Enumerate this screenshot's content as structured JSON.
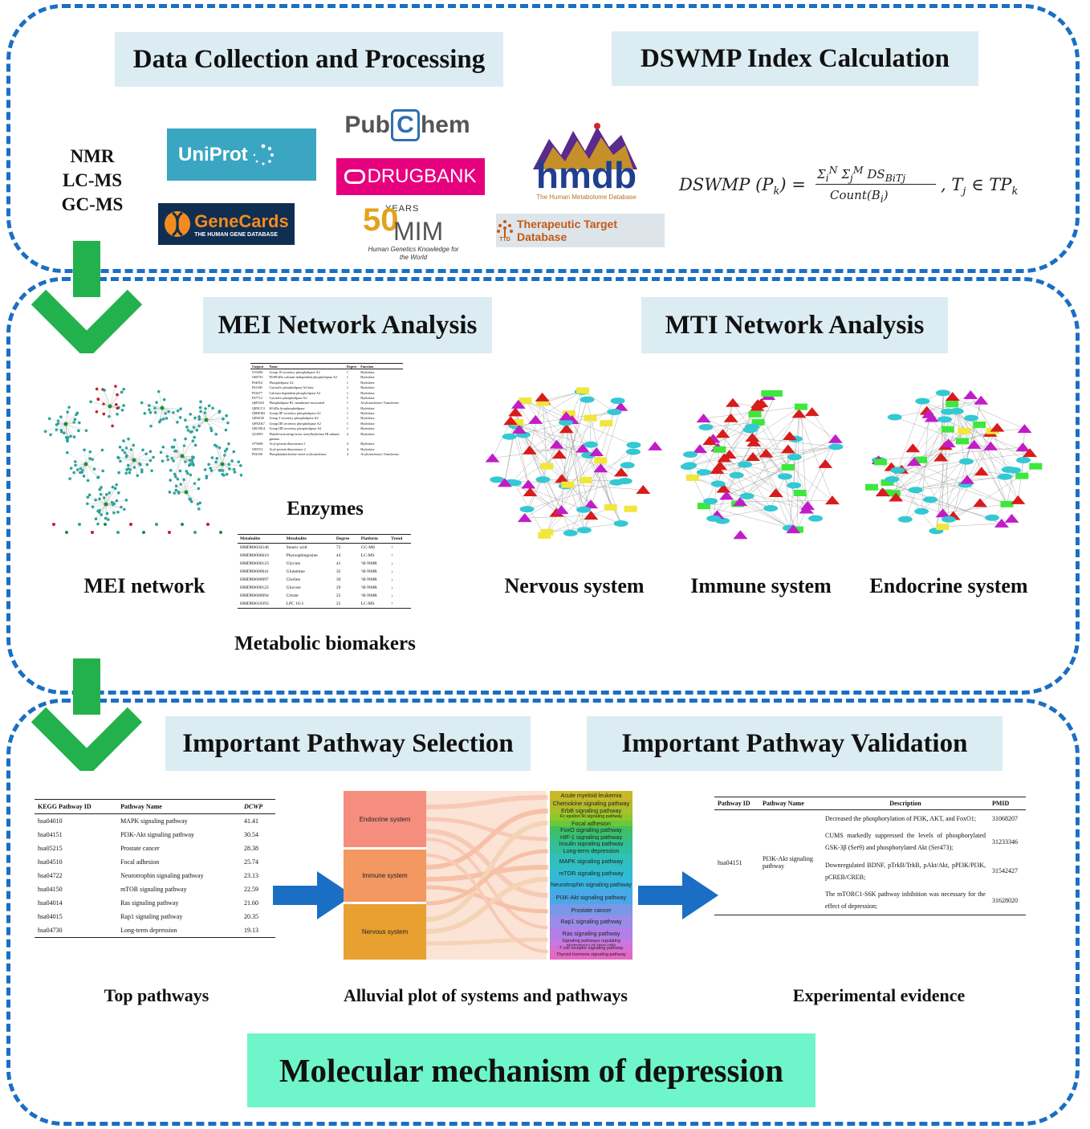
{
  "colors": {
    "border": "#1a6fc4",
    "header_bg": "#dcecf3",
    "arrow_green": "#22b14c",
    "arrow_blue": "#1a6fc4",
    "final_bg": "#6ef5c9"
  },
  "panel1": {
    "left_header": "Data Collection and Processing",
    "right_header": "DSWMP Index Calculation",
    "methods": [
      "NMR",
      "LC-MS",
      "GC-MS"
    ],
    "logos": {
      "uniprot": "UniProt",
      "genecards": "GeneCards",
      "genecards_sub": "THE HUMAN GENE DATABASE",
      "pubchem_a": "Pub",
      "pubchem_b": "C",
      "pubchem_c": "hem",
      "drugbank": "DRUGBANK",
      "omim_years": "YEARS",
      "omim_num": "50",
      "omim_name": "MIM",
      "omim_sub": "Human Genetics Knowledge for the World",
      "hmdb": "hmdb",
      "hmdb_sub": "The Human Metabolome Database",
      "ttd": "Therapeutic Target Database",
      "ttd_short": "TTD"
    },
    "formula": "DSWMP (P_k) = Σ_i^N Σ_j^M DS_BiTj / Count(B_i) , T_j ∈ TP_k"
  },
  "panel2": {
    "left_header": "MEI Network Analysis",
    "right_header": "MTI Network Analysis",
    "captions": {
      "mei": "MEI network",
      "enzymes": "Enzymes",
      "biomarkers": "Metabolic biomakers",
      "nervous": "Nervous system",
      "immune": "Immune system",
      "endocrine": "Endocrine system"
    },
    "enzyme_table": {
      "headers": [
        "Uniprot",
        "Name",
        "Degree",
        "Function"
      ],
      "rows": [
        [
          "O15496",
          "Group 10 secretory phospholipase A2",
          "1",
          "Hydrolase"
        ],
        [
          "O60733",
          "85/88 kDa calcium-independent phospholipase A2",
          "1",
          "Hydrolase"
        ],
        [
          "P04054",
          "Phospholipase A2",
          "1",
          "Hydrolase"
        ],
        [
          "P41180",
          "Cytosolic phospholipase A2 beta",
          "1",
          "Hydrolase"
        ],
        [
          "P53677",
          "Calcium-dependent phospholipase A2",
          "1",
          "Hydrolase"
        ],
        [
          "P47712",
          "Cytosolic phospholipase A2",
          "1",
          "Hydrolase"
        ],
        [
          "Q6P4A8",
          "Phospholipase B1, membrane-associated",
          "1",
          "Acyltransferase; Transferase"
        ],
        [
          "Q8NCC3",
          "60 kDa lysophospholipase",
          "1",
          "Hydrolase"
        ],
        [
          "Q9BZM2",
          "Group IIF secretory phospholipase A2",
          "1",
          "Hydrolase"
        ],
        [
          "Q9NZ20",
          "Group 3 secretory phospholipase A2",
          "1",
          "Hydrolase"
        ],
        [
          "Q9NZK7",
          "Group IIE secretory phospholipase A2",
          "1",
          "Hydrolase"
        ],
        [
          "Q9UNK4",
          "Group IID secretory phospholipase A2",
          "1",
          "Hydrolase"
        ],
        [
          "Q13093",
          "Platelet-activating factor acetylhydrolase IB subunit",
          "4",
          "Hydrolase"
        ],
        [
          "",
          "gamma",
          "",
          ""
        ],
        [
          "O75608",
          "Acyl-protein thioesterase 1",
          "4",
          "Hydrolase"
        ],
        [
          "O95372",
          "Acyl-protein thioesterase 2",
          "4",
          "Hydrolase"
        ],
        [
          "P04180",
          "Phosphatidylcholine-sterol acyltransferase",
          "4",
          "Acyltransferase; Transferase"
        ]
      ]
    },
    "biomarker_table": {
      "headers": [
        "Metabolite",
        "Metabolite",
        "Degree",
        "Platform",
        "Trend"
      ],
      "rows": [
        [
          "HMDB0034146",
          "Stearic acid",
          "72",
          "GC-MS",
          "↑"
        ],
        [
          "HMDB0006610",
          "Phytosphingosine",
          "44",
          "LC-MS",
          "↑"
        ],
        [
          "HMDB0000123",
          "Glycine",
          "41",
          "¹H-NMR",
          "↓"
        ],
        [
          "HMDB0000641",
          "Glutamine",
          "32",
          "¹H-NMR",
          "↓"
        ],
        [
          "HMDB0000097",
          "Choline",
          "30",
          "¹H-NMR",
          "↓"
        ],
        [
          "HMDB0000122",
          "Glucose",
          "29",
          "¹H-NMR",
          "↓"
        ],
        [
          "HMDB0000094",
          "Citrate",
          "25",
          "¹H-NMR",
          "↓"
        ],
        [
          "HMDB0010393",
          "LPC 16:3",
          "25",
          "LC-MS",
          "↑"
        ]
      ]
    }
  },
  "panel3": {
    "left_header": "Important Pathway Selection",
    "right_header": "Important Pathway Validation",
    "captions": {
      "top": "Top pathways",
      "alluvial": "Alluvial plot of systems and pathways",
      "evidence": "Experimental evidence"
    },
    "pathway_table": {
      "headers": [
        "KEGG Pathway ID",
        "Pathway Name",
        "DCWP"
      ],
      "rows": [
        [
          "hsa04010",
          "MAPK signaling pathway",
          "41.41"
        ],
        [
          "hsa04151",
          "PI3K-Akt signaling pathway",
          "30.54"
        ],
        [
          "hsa05215",
          "Prostate cancer",
          "28.38"
        ],
        [
          "hsa04510",
          "Focal adhesion",
          "25.74"
        ],
        [
          "hsa04722",
          "Neurotrophin signaling pathway",
          "23.13"
        ],
        [
          "hsa04150",
          "mTOR signaling pathway",
          "22.59"
        ],
        [
          "hsa04014",
          "Ras signaling pathway",
          "21.60"
        ],
        [
          "hsa04015",
          "Rap1 signaling pathway",
          "20.35"
        ],
        [
          "hsa04730",
          "Long-term depression",
          "19.13"
        ]
      ]
    },
    "alluvial": {
      "systems": [
        "Endocrine system",
        "Immune system",
        "Nervous system"
      ],
      "pathways": [
        "Acute myeloid leukemia",
        "Chemokine signaling pathway",
        "ErbB signaling pathway",
        "Fc epsilon RI signaling pathway",
        "Focal adhesion",
        "FoxO signaling pathway",
        "HIF-1 signaling pathway",
        "Insulin signaling pathway",
        "Long-term depression",
        "MAPK signaling pathway",
        "mTOR signaling pathway",
        "Neurotrophin signaling pathway",
        "PI3K-Akt signaling pathway",
        "Prostate cancer",
        "Rap1 signaling pathway",
        "Ras signaling pathway",
        "Signaling pathways regulating pluripotency of stem cells",
        "T cell receptor signaling pathway",
        "Thyroid hormone signaling pathway"
      ]
    },
    "evidence_table": {
      "headers": [
        "Pathway ID",
        "Pathway Name",
        "Description",
        "PMID"
      ],
      "pathway_id": "hsa04151",
      "pathway_name": "PI3K-Akt signaling pathway",
      "rows": [
        {
          "desc": "Decreased the phosphorylation of PI3K, AKT, and FoxO1;",
          "pmid": "31068207"
        },
        {
          "desc": "CUMS markedly suppressed the levels of phosphorylated GSK-3β (Ser9) and phosphorylated Akt (Ser473);",
          "pmid": "31233346"
        },
        {
          "desc": "Downregulated BDNF, pTrkB/TrkB, pAkt/Akt, pPI3K/PI3K, pCREB/CREB;",
          "pmid": "31542427"
        },
        {
          "desc": "The mTORC1-S6K pathway inhibition was necessary for the effect of depression;",
          "pmid": "31628020"
        }
      ]
    }
  },
  "final_box": "Molecular mechanism of depression"
}
